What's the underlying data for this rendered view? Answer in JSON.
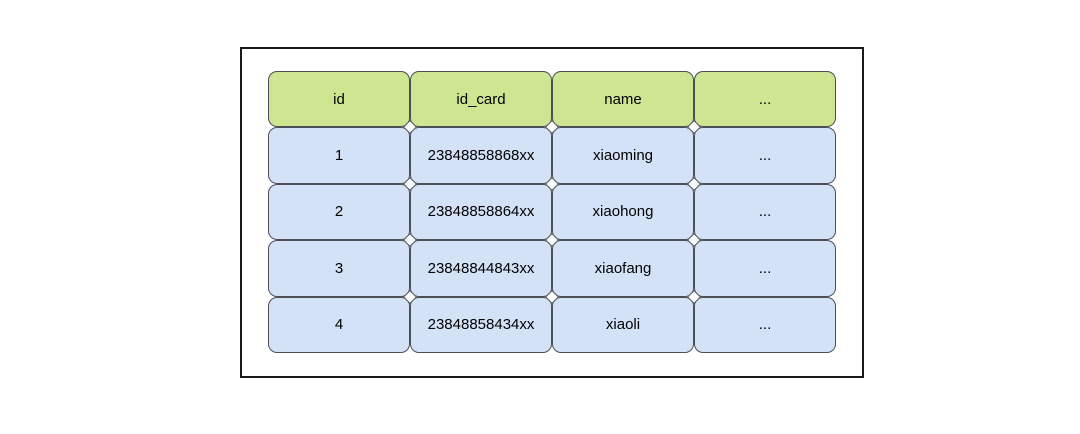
{
  "table": {
    "header": [
      "id",
      "id_card",
      "name",
      "..."
    ],
    "rows": [
      [
        "1",
        "23848858868xx",
        "xiaoming",
        "..."
      ],
      [
        "2",
        "23848858864xx",
        "xiaohong",
        "..."
      ],
      [
        "3",
        "23848844843xx",
        "xiaofang",
        "..."
      ],
      [
        "4",
        "23848858434xx",
        "xiaoli",
        "..."
      ]
    ]
  },
  "colors": {
    "header_fill": "#cee592",
    "row_fill": "#d4e2f8",
    "cell_border": "#4a5056",
    "frame_border": "#1a1a1a",
    "canvas_background": "#ffffff",
    "text": "#000000"
  }
}
